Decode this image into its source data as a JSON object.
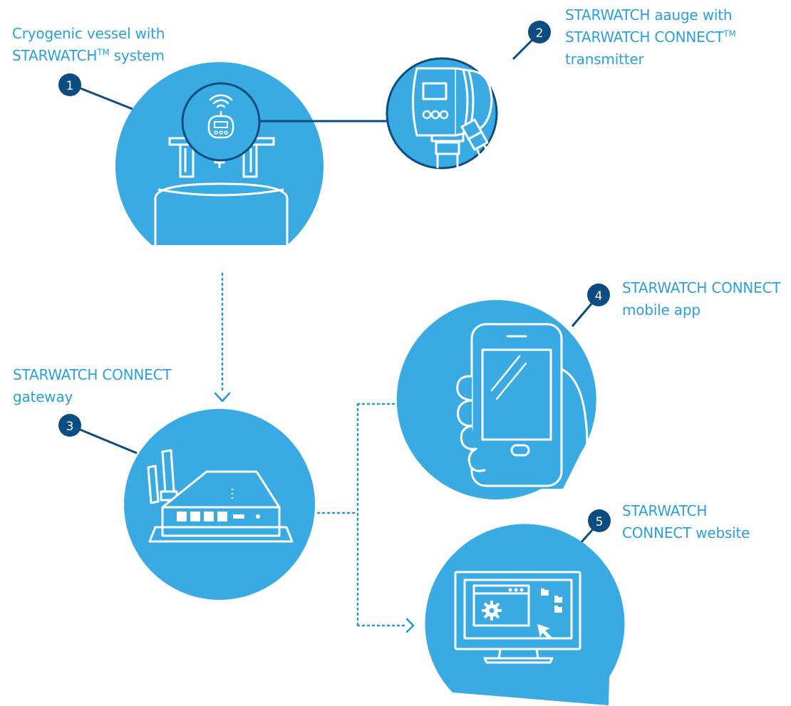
{
  "colors": {
    "circle": "#3aabe2",
    "badge": "#0b4d80",
    "line": "#0b4d80",
    "dotted": "#1d9ad6",
    "label": "#2aa0dc",
    "icon": "#ffffff"
  },
  "steps": [
    {
      "number": "1",
      "label_line1": "Cryogenic vessel with",
      "label_line2_a": "STARWATCH",
      "label_line2_sup": "TM",
      "label_line2_b": " system",
      "icon": "cryogenic-vessel-icon"
    },
    {
      "number": "2",
      "label_line1": "STARWATCH aauge with",
      "label_line2_a": "STARWATCH CONNECT",
      "label_line2_sup": "TM",
      "label_line3": "transmitter",
      "icon": "gauge-transmitter-icon"
    },
    {
      "number": "3",
      "label_line1": "STARWATCH CONNECT",
      "label_line2": "gateway",
      "icon": "router-gateway-icon"
    },
    {
      "number": "4",
      "label_line1": "STARWATCH CONNECT",
      "label_line2": "mobile app",
      "icon": "smartphone-hand-icon"
    },
    {
      "number": "5",
      "label_line1": "STARWATCH",
      "label_line2": "CONNECT website",
      "icon": "computer-monitor-icon"
    }
  ]
}
